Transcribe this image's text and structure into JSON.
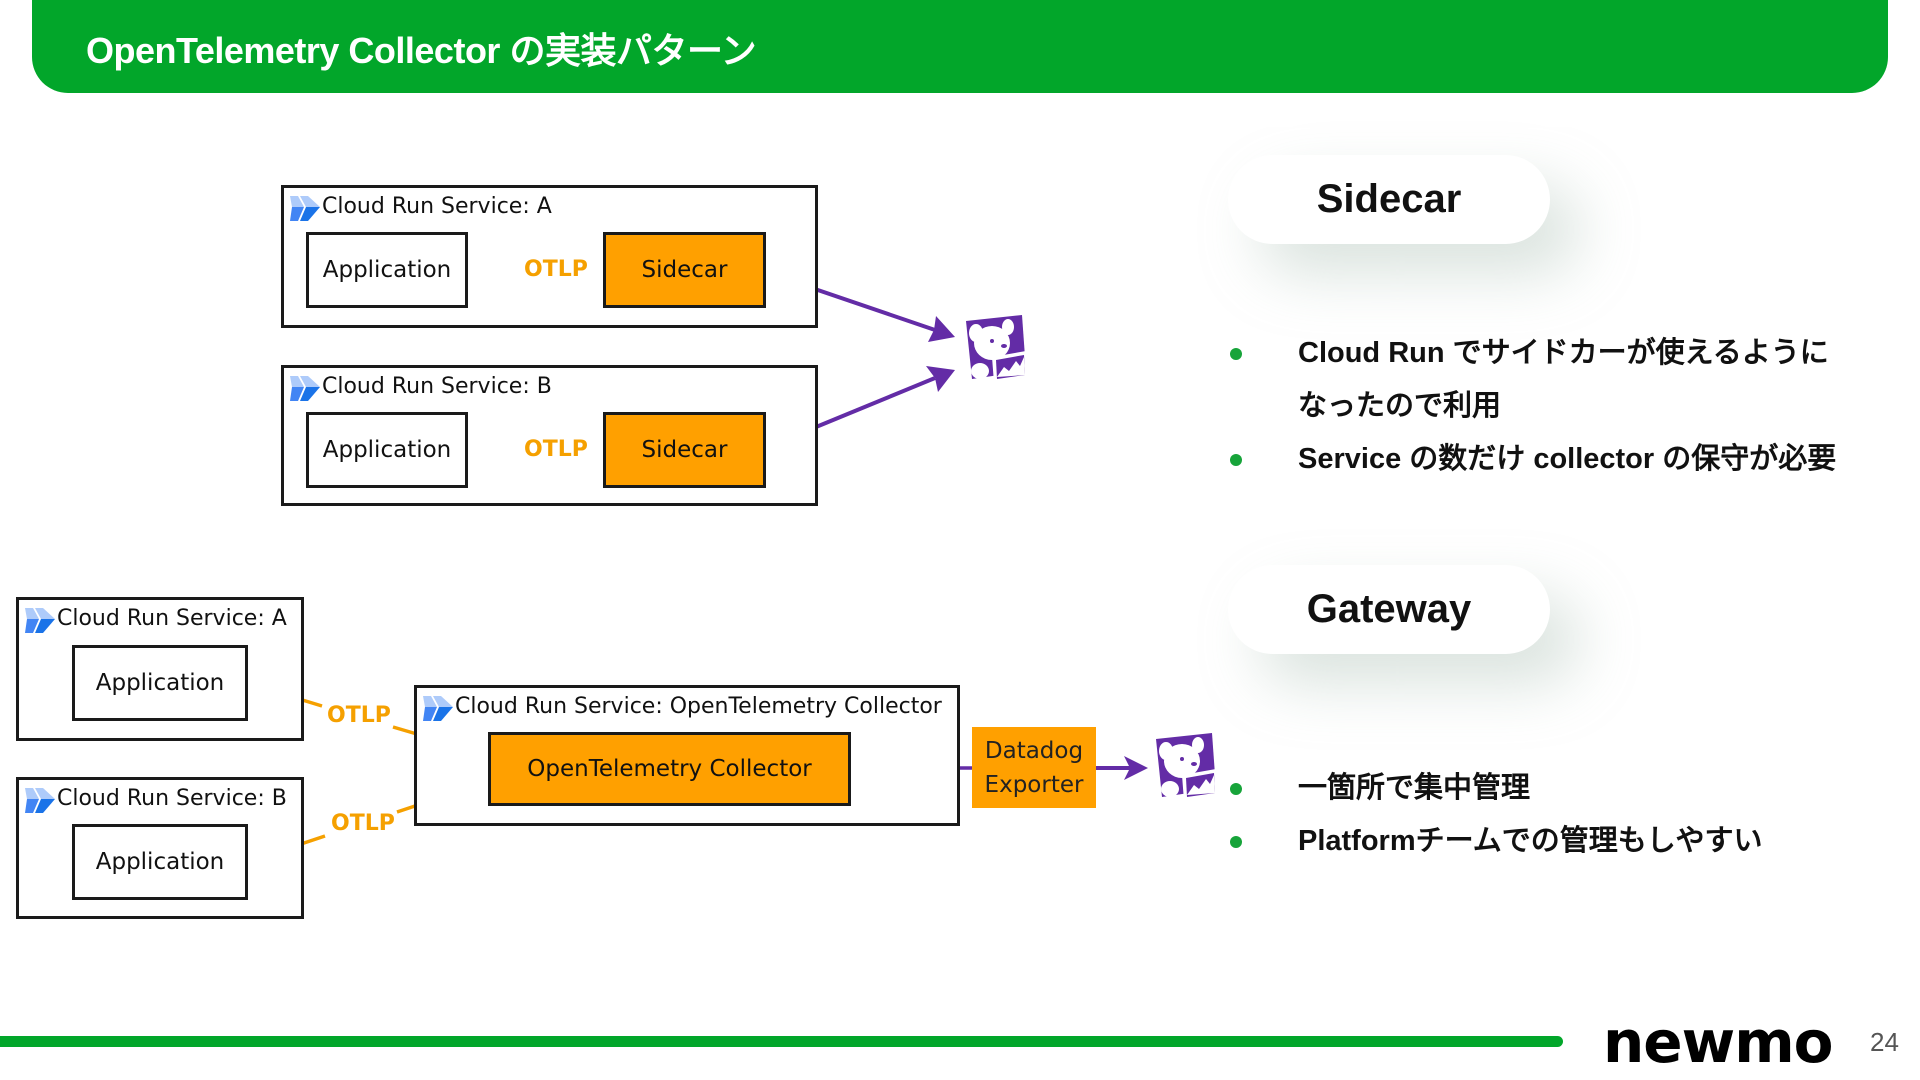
{
  "header": {
    "title": "OpenTelemetry Collector の実装パターン"
  },
  "colors": {
    "brand_green": "#02a62a",
    "otlp_orange": "#f5a000",
    "box_orange": "#ffa000",
    "datadog_purple": "#632ca6",
    "cloud_run_blue": "#4285f4"
  },
  "sidecar_diagram": {
    "services": [
      {
        "label": "Cloud Run Service: A",
        "app_label": "Application",
        "protocol": "OTLP",
        "collector_label": "Sidecar"
      },
      {
        "label": "Cloud Run Service: B",
        "app_label": "Application",
        "protocol": "OTLP",
        "collector_label": "Sidecar"
      }
    ],
    "destination_icon": "datadog-icon"
  },
  "gateway_diagram": {
    "services": [
      {
        "label": "Cloud Run Service: A",
        "app_label": "Application",
        "protocol": "OTLP"
      },
      {
        "label": "Cloud Run Service: B",
        "app_label": "Application",
        "protocol": "OTLP"
      }
    ],
    "collector_service_label": "Cloud Run Service: OpenTelemetry Collector",
    "collector_label": "OpenTelemetry Collector",
    "exporter_lines": [
      "Datadog",
      "Exporter"
    ],
    "destination_icon": "datadog-icon"
  },
  "sidecar_section": {
    "title": "Sidecar",
    "bullets": [
      {
        "line1": "Cloud Run でサイドカーが使えるように",
        "line2": "なったので利用"
      },
      {
        "line1": "Service の数だけ collector の保守が必要"
      }
    ]
  },
  "gateway_section": {
    "title": "Gateway",
    "bullets": [
      {
        "line1": "一箇所で集中管理"
      },
      {
        "line1": "Platformチームでの管理もしやすい"
      }
    ]
  },
  "footer": {
    "logo": "newmo",
    "page_number": "24"
  }
}
